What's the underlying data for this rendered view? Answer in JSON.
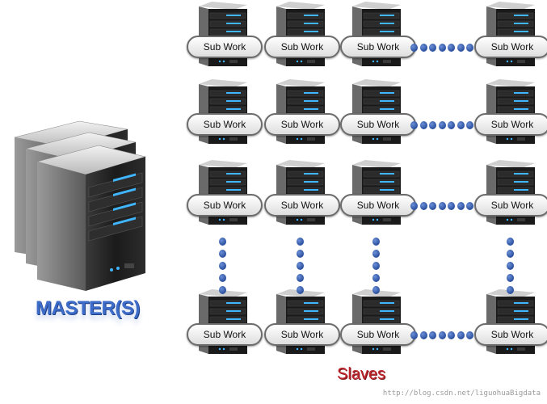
{
  "labels": {
    "master": "MASTER(S)",
    "slaves": "Slaves",
    "watermark": "http://blog.csdn.net/liguohuaBigdata"
  },
  "grid": {
    "rows": 4,
    "columns": 4,
    "sub_work_label": "Sub Work",
    "dots_between_columns_3_4": 7,
    "dots_between_rows_3_4": 5
  },
  "colors": {
    "server_body": "#1a1a1a",
    "server_led": "#3fb6ff",
    "dot": "#2a4f9e",
    "master_text": "#3d6cc9",
    "slaves_text": "#c0272d"
  },
  "icons": {
    "server": "server-tower-icon",
    "ellipsis": "ellipsis-dots"
  }
}
